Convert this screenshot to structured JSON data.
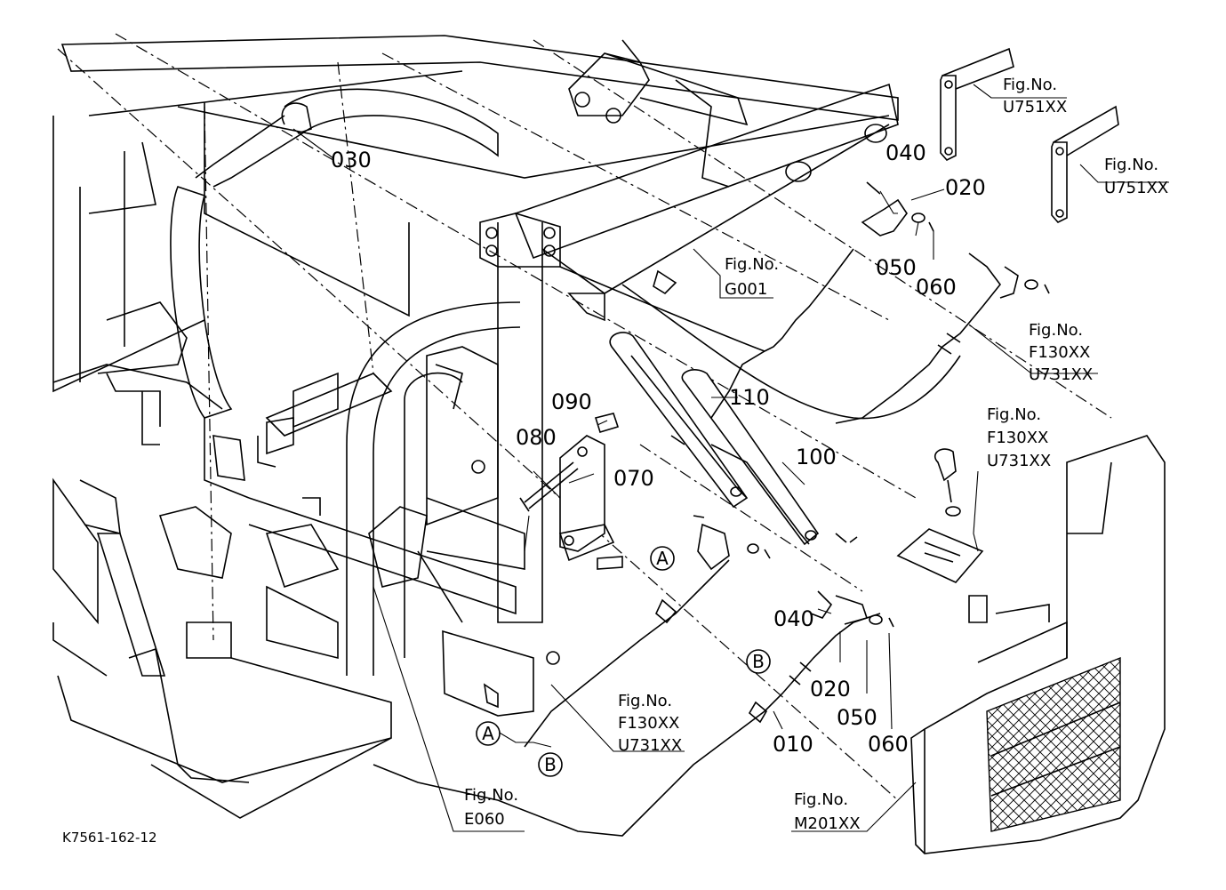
{
  "drawing_code": "K7561-162-12",
  "parts": [
    {
      "id": "p030",
      "label": "030"
    },
    {
      "id": "p040a",
      "label": "040"
    },
    {
      "id": "p020a",
      "label": "020"
    },
    {
      "id": "p050a",
      "label": "050"
    },
    {
      "id": "p060a",
      "label": "060"
    },
    {
      "id": "p090",
      "label": "090"
    },
    {
      "id": "p080",
      "label": "080"
    },
    {
      "id": "p070",
      "label": "070"
    },
    {
      "id": "p110",
      "label": "110"
    },
    {
      "id": "p100",
      "label": "100"
    },
    {
      "id": "p040b",
      "label": "040"
    },
    {
      "id": "p020b",
      "label": "020"
    },
    {
      "id": "p050b",
      "label": "050"
    },
    {
      "id": "p060b",
      "label": "060"
    },
    {
      "id": "p010",
      "label": "010"
    }
  ],
  "fig_refs": [
    {
      "id": "u751a",
      "lines": [
        "Fig.No.",
        "U751XX"
      ]
    },
    {
      "id": "u751b",
      "lines": [
        "Fig.No.",
        "U751XX"
      ]
    },
    {
      "id": "g001",
      "lines": [
        "Fig.No.",
        "G001"
      ]
    },
    {
      "id": "f130a",
      "lines": [
        "Fig.No.",
        "F130XX",
        "U731XX"
      ]
    },
    {
      "id": "f130b",
      "lines": [
        "Fig.No.",
        "F130XX",
        "U731XX"
      ]
    },
    {
      "id": "f130c",
      "lines": [
        "Fig.No.",
        "F130XX",
        "U731XX"
      ]
    },
    {
      "id": "e060",
      "lines": [
        "Fig.No.",
        "E060"
      ]
    },
    {
      "id": "m201",
      "lines": [
        "Fig.No.",
        "M201XX"
      ]
    }
  ],
  "connectors": [
    {
      "id": "a1",
      "label": "A"
    },
    {
      "id": "b1",
      "label": "B"
    },
    {
      "id": "a2",
      "label": "A"
    },
    {
      "id": "b2",
      "label": "B"
    }
  ]
}
